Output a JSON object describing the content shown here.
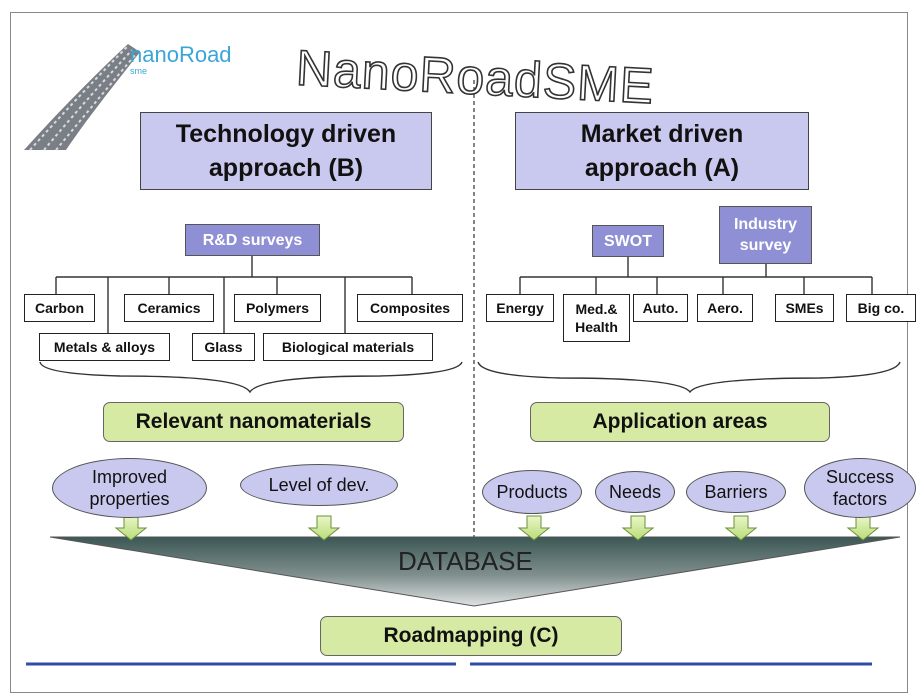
{
  "logo": {
    "name": "nanoRoad",
    "sub": "sme"
  },
  "title": "NanoRoadSME",
  "left": {
    "heading": [
      "Technology driven",
      "approach (B)"
    ],
    "survey": "R&D surveys",
    "categories": [
      "Carbon",
      "Ceramics",
      "Polymers",
      "Composites",
      "Metals & alloys",
      "Glass",
      "Biological materials"
    ],
    "result": "Relevant nanomaterials",
    "ovals": [
      [
        "Improved",
        "properties"
      ],
      [
        "Level of dev."
      ]
    ]
  },
  "right": {
    "heading": [
      "Market driven",
      "approach (A)"
    ],
    "surveys": [
      [
        "SWOT"
      ],
      [
        "Industry",
        "survey"
      ]
    ],
    "categories": [
      [
        "Energy"
      ],
      [
        "Med.&",
        "Health"
      ],
      [
        "Auto."
      ],
      [
        "Aero."
      ],
      [
        "SMEs"
      ],
      [
        "Big co."
      ]
    ],
    "result": "Application areas",
    "ovals": [
      [
        "Products"
      ],
      [
        "Needs"
      ],
      [
        "Barriers"
      ],
      [
        "Success",
        "factors"
      ]
    ]
  },
  "database": "DATABASE",
  "roadmap": "Roadmapping (C)",
  "colors": {
    "heading_fill": "#c9c9ef",
    "pill_fill": "#8f8fd6",
    "green_fill": "#d6eaa3",
    "funnel": "#3f5a58",
    "line": "#2e4fa8",
    "arrow": "#cfe8a0"
  }
}
